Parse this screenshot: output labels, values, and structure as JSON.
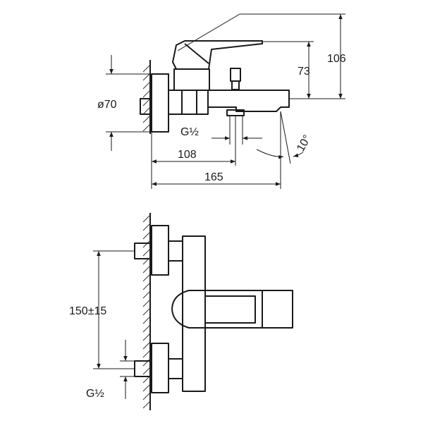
{
  "dimensions": {
    "height_total": "106",
    "height_lever": "73",
    "diameter": "ø70",
    "thread_side": "G½",
    "spout_offset": "108",
    "total_depth": "165",
    "spout_angle": "10°",
    "center_distance": "150±15",
    "thread_front": "G½"
  },
  "colors": {
    "line": "#1a1a1a",
    "background": "#ffffff"
  }
}
